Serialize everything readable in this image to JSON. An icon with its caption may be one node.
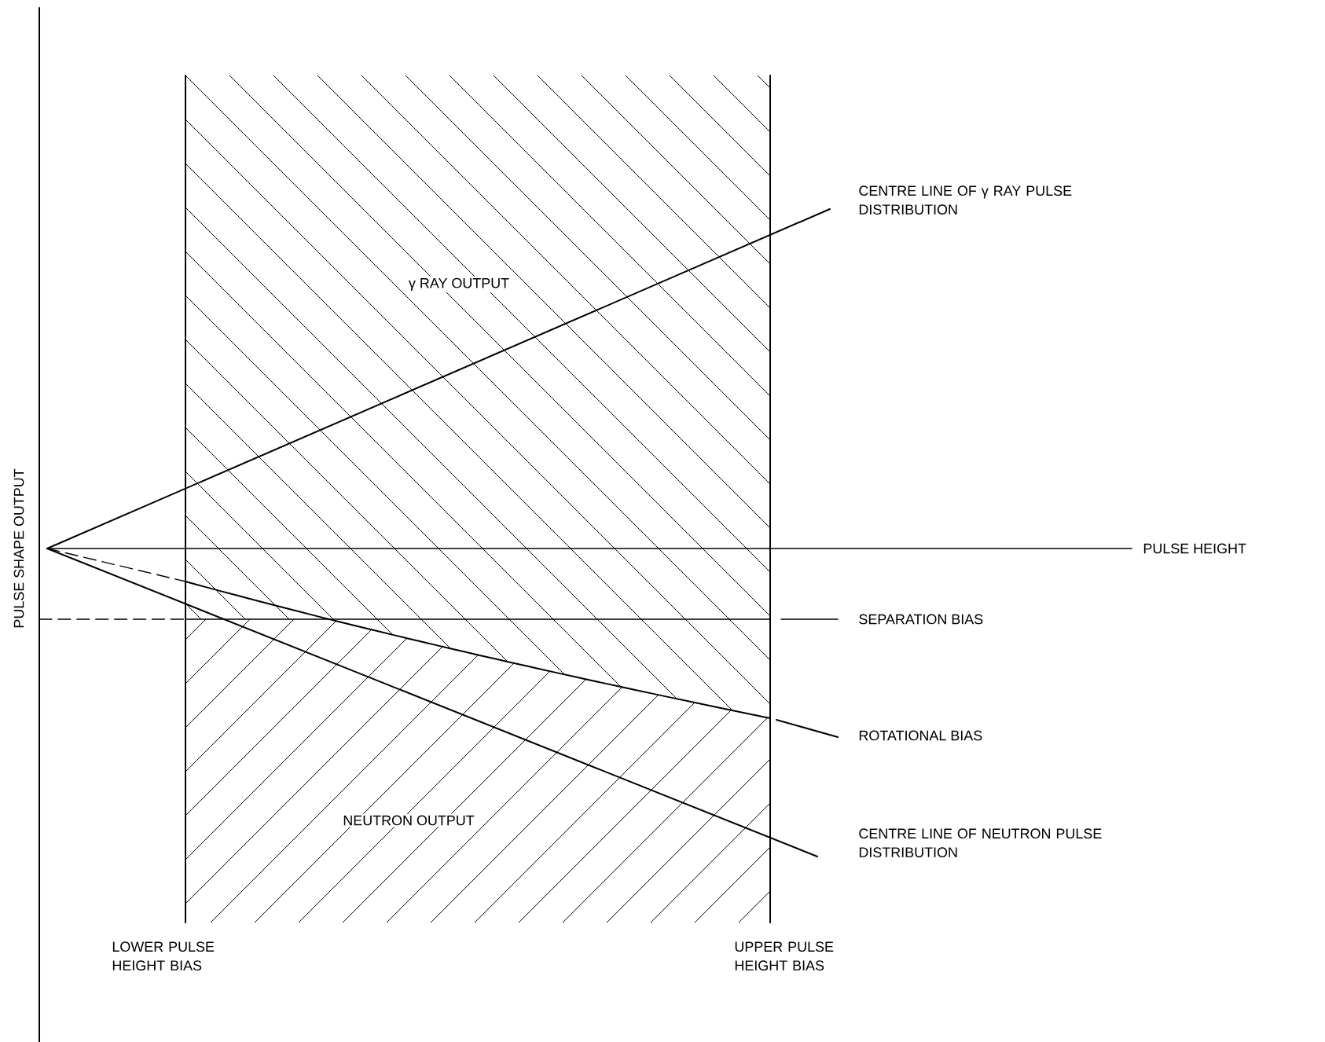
{
  "diagram": {
    "labels": [
      "CENTRE LINE OF γ RAY PULSE DISTRIBUTION",
      "γ RAY OUTPUT",
      "PULSE SHAPE OUTPUT",
      "PULSE HEIGHT",
      "SEPARATION BIAS",
      "ROTATIONAL BIAS",
      "NEUTRON OUTPUT",
      "CENTRE LINE OF NEUTRON PULSE DISTRIBUTION",
      "LOWER PULSE HEIGHT BIAS",
      "UPPER PULSE HEIGHT BIAS"
    ]
  }
}
